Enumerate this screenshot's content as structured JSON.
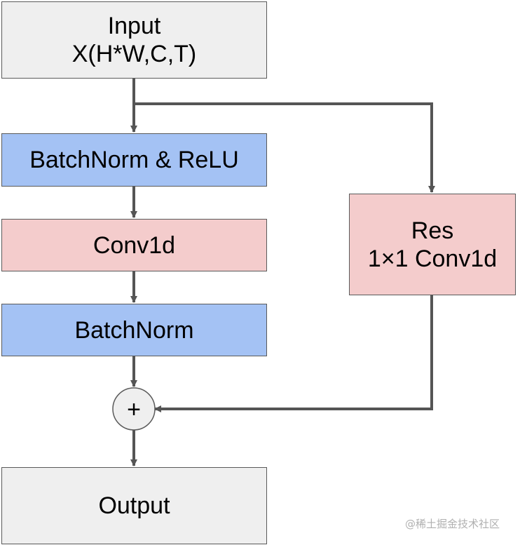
{
  "input": {
    "line1": "Input",
    "line2": "X(H*W,C,T)"
  },
  "bn_relu": {
    "label": "BatchNorm & ReLU"
  },
  "conv": {
    "label": "Conv1d"
  },
  "bn": {
    "label": "BatchNorm"
  },
  "res": {
    "line1": "Res",
    "line2": "1×1 Conv1d"
  },
  "add": {
    "symbol": "+"
  },
  "output": {
    "label": "Output"
  },
  "watermark": "@稀土掘金技术社区",
  "colors": {
    "gray": "#efefef",
    "blue": "#a4c2f4",
    "pink": "#f4cccc",
    "line": "#555555"
  }
}
